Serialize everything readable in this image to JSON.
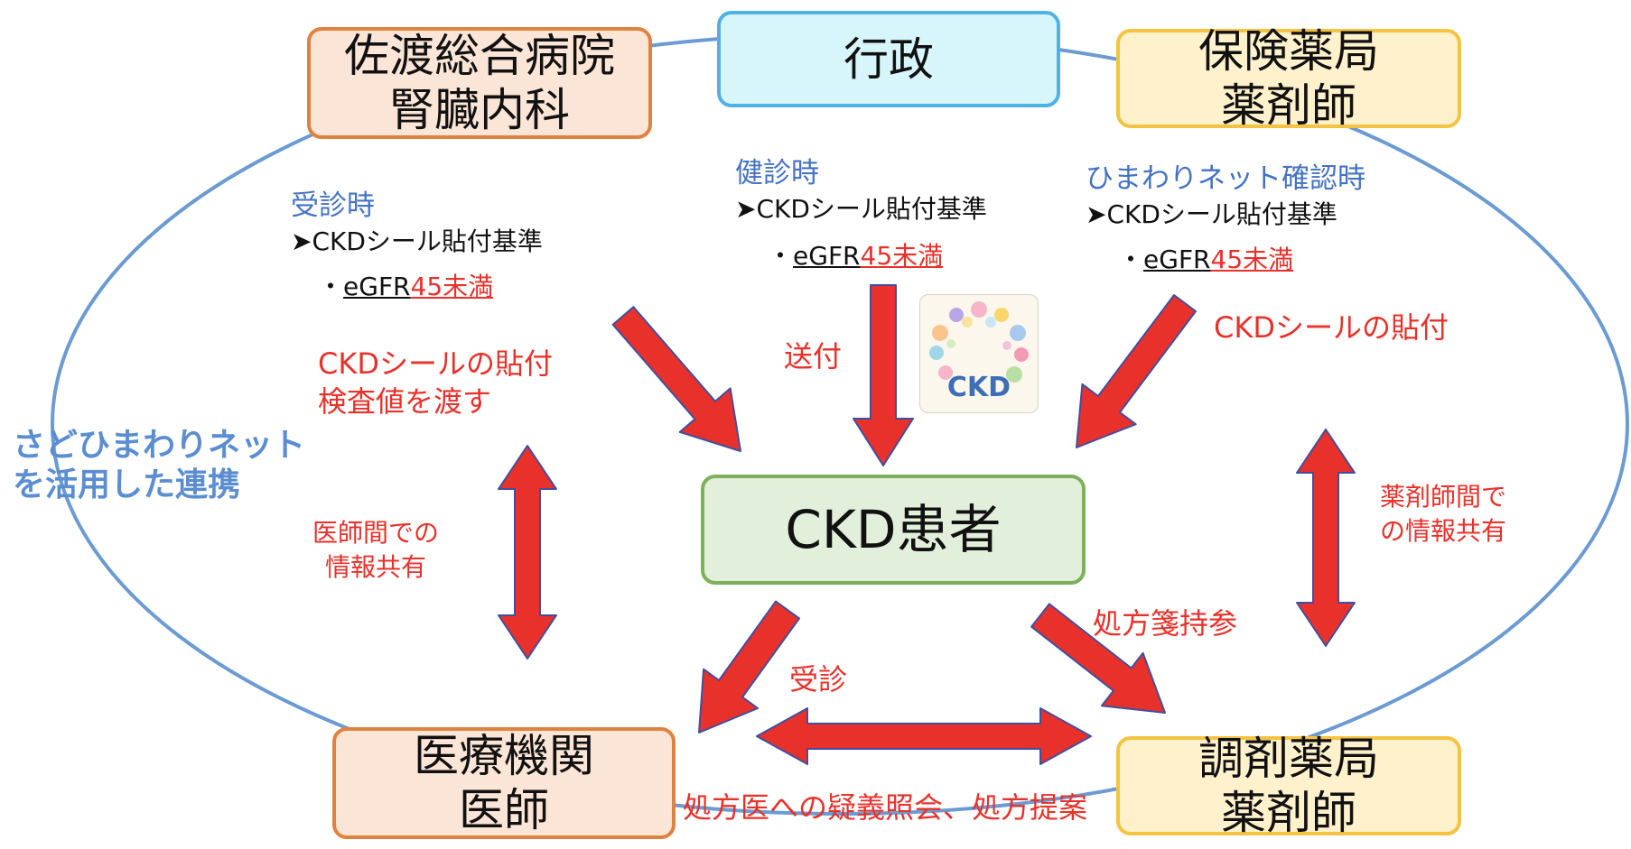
{
  "boxes": {
    "hospital": {
      "line1": "佐渡総合病院",
      "line2": "腎臓内科"
    },
    "admin": {
      "line1": "行政"
    },
    "insurance_pharmacy": {
      "line1": "保険薬局",
      "line2": "薬剤師"
    },
    "clinic": {
      "line1": "医療機関",
      "line2": "医師"
    },
    "dispensing_pharmacy": {
      "line1": "調剤薬局",
      "line2": "薬剤師"
    },
    "patient": {
      "line1": "CKD患者"
    }
  },
  "left_panel": {
    "heading": "受診時",
    "criteria_title": "➤CKDシール貼付基準",
    "bullet": "・",
    "egfr": "eGFR",
    "threshold": "45未満",
    "action_line1": "CKDシールの貼付",
    "action_line2": "検査値を渡す"
  },
  "center_panel": {
    "heading": "健診時",
    "criteria_title": "➤CKDシール貼付基準",
    "bullet": "・",
    "egfr": "eGFR",
    "threshold": "45未満",
    "action": "送付"
  },
  "right_panel": {
    "heading": "ひまわりネット確認時",
    "criteria_title": "➤CKDシール貼付基準",
    "bullet": "・",
    "egfr": "eGFR",
    "threshold": "45未満",
    "action": "CKDシールの貼付"
  },
  "network_label": {
    "line1": "さどひまわりネット",
    "line2": "を活用した連携"
  },
  "edge_labels": {
    "doctor_share_line1": "医師間での",
    "doctor_share_line2": "情報共有",
    "pharmacist_share_line1": "薬剤師間で",
    "pharmacist_share_line2": "の情報共有",
    "visit": "受診",
    "bring_prescription": "処方箋持参",
    "inquiry": "処方医への疑義照会、処方提案"
  },
  "logo": {
    "text": "CKD"
  },
  "colors": {
    "arrow_fill": "#e8312a",
    "arrow_outline": "#3f4fa0",
    "ellipse": "#6b9bd2",
    "heading_blue": "#4472c4",
    "label_red": "#e8312a"
  }
}
